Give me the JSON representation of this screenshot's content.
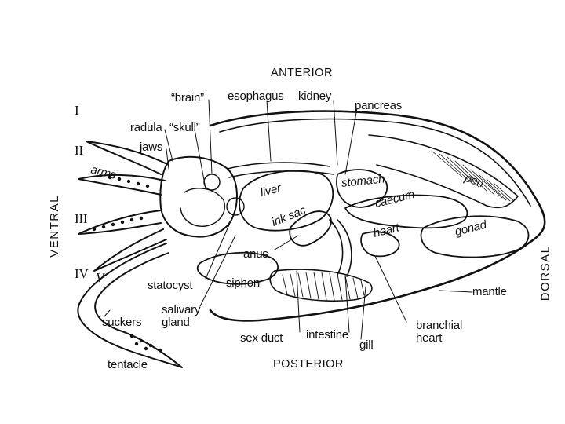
{
  "orientation": {
    "anterior": "ANTERIOR",
    "posterior": "POSTERIOR",
    "ventral": "VENTRAL",
    "dorsal": "DORSAL"
  },
  "arm_numbers": [
    "I",
    "II",
    "III",
    "IV",
    "V"
  ],
  "labels": {
    "brain": "“brain”",
    "esophagus": "esophagus",
    "kidney": "kidney",
    "pancreas": "pancreas",
    "radula": "radula",
    "skull": "“skull”",
    "jaws": "jaws",
    "arms": "arms",
    "liver": "liver",
    "stomach": "stomach",
    "caecum": "caecum",
    "pen": "pen",
    "ink_sac": "ink sac",
    "heart": "heart",
    "gonad": "gonad",
    "anus": "anus",
    "statocyst": "statocyst",
    "siphon": "siphon",
    "mantle": "mantle",
    "salivary_gland": "salivary\ngland",
    "suckers": "suckers",
    "tentacle": "tentacle",
    "sex_duct": "sex duct",
    "intestine": "intestine",
    "gill": "gill",
    "branchial_heart": "branchial\nheart"
  },
  "colors": {
    "ink": "#111111",
    "background": "#ffffff"
  }
}
